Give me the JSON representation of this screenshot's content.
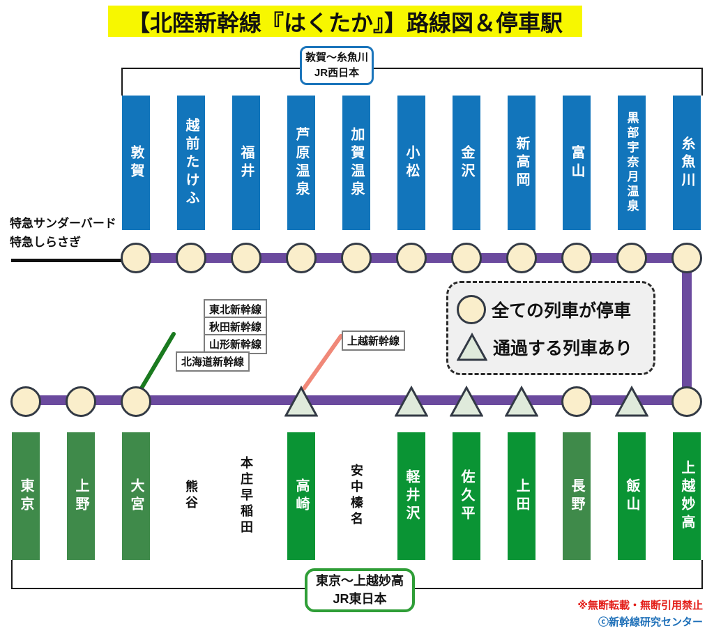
{
  "title": "【北陸新幹線『はくたか』】路線図＆停車駅",
  "sections": {
    "west": {
      "range": "敦賀～糸魚川",
      "operator": "JR西日本"
    },
    "east": {
      "range": "東京～上越妙高",
      "operator": "JR東日本"
    }
  },
  "express_lines": [
    "特急サンダーバード",
    "特急しらさぎ"
  ],
  "branch_lines": [
    "東北新幹線",
    "秋田新幹線",
    "山形新幹線",
    "北海道新幹線",
    "上越新幹線"
  ],
  "legend": {
    "all_stop": "全ての列車が停車",
    "pass": "通過する列車あり"
  },
  "west_stations": [
    {
      "name": "敦賀",
      "marker": "circle"
    },
    {
      "name": "越前たけふ",
      "marker": "circle"
    },
    {
      "name": "福井",
      "marker": "circle"
    },
    {
      "name": "芦原温泉",
      "marker": "circle"
    },
    {
      "name": "加賀温泉",
      "marker": "circle"
    },
    {
      "name": "小松",
      "marker": "circle"
    },
    {
      "name": "金沢",
      "marker": "circle"
    },
    {
      "name": "新高岡",
      "marker": "circle"
    },
    {
      "name": "富山",
      "marker": "circle"
    },
    {
      "name": "黒部宇奈月温泉",
      "marker": "circle"
    },
    {
      "name": "糸魚川",
      "marker": "circle"
    }
  ],
  "east_stations": [
    {
      "name": "東京",
      "marker": "circle",
      "column": "muted"
    },
    {
      "name": "上野",
      "marker": "circle",
      "column": "muted"
    },
    {
      "name": "大宮",
      "marker": "circle",
      "column": "muted"
    },
    {
      "name": "熊谷",
      "marker": "none",
      "column": "none"
    },
    {
      "name": "本庄早稲田",
      "marker": "none",
      "column": "none"
    },
    {
      "name": "高崎",
      "marker": "triangle",
      "column": "bright"
    },
    {
      "name": "安中榛名",
      "marker": "none",
      "column": "none"
    },
    {
      "name": "軽井沢",
      "marker": "triangle",
      "column": "bright"
    },
    {
      "name": "佐久平",
      "marker": "triangle",
      "column": "bright"
    },
    {
      "name": "上田",
      "marker": "triangle",
      "column": "bright"
    },
    {
      "name": "長野",
      "marker": "circle",
      "column": "muted"
    },
    {
      "name": "飯山",
      "marker": "triangle",
      "column": "bright"
    },
    {
      "name": "上越妙高",
      "marker": "circle",
      "column": "bright"
    }
  ],
  "footer": {
    "notice": "※無断転載・無断引用禁止",
    "credit": "ⓒ新幹線研究センター"
  },
  "colors": {
    "title_bg": "#f7f700",
    "west_column": "#1275bb",
    "east_column_bright": "#0a9434",
    "east_column_muted": "#3f8a4a",
    "line_purple": "#6b4a9e",
    "circle_fill": "#faeecb",
    "triangle_fill": "#dfeadb",
    "marker_border": "#333a45",
    "west_box_border": "#1b75bb",
    "east_box_border": "#2f9e37",
    "branch_green": "#1a7a1f",
    "branch_pink": "#f08878",
    "notice_red": "#e3201b",
    "credit_blue": "#1d6fb8"
  }
}
